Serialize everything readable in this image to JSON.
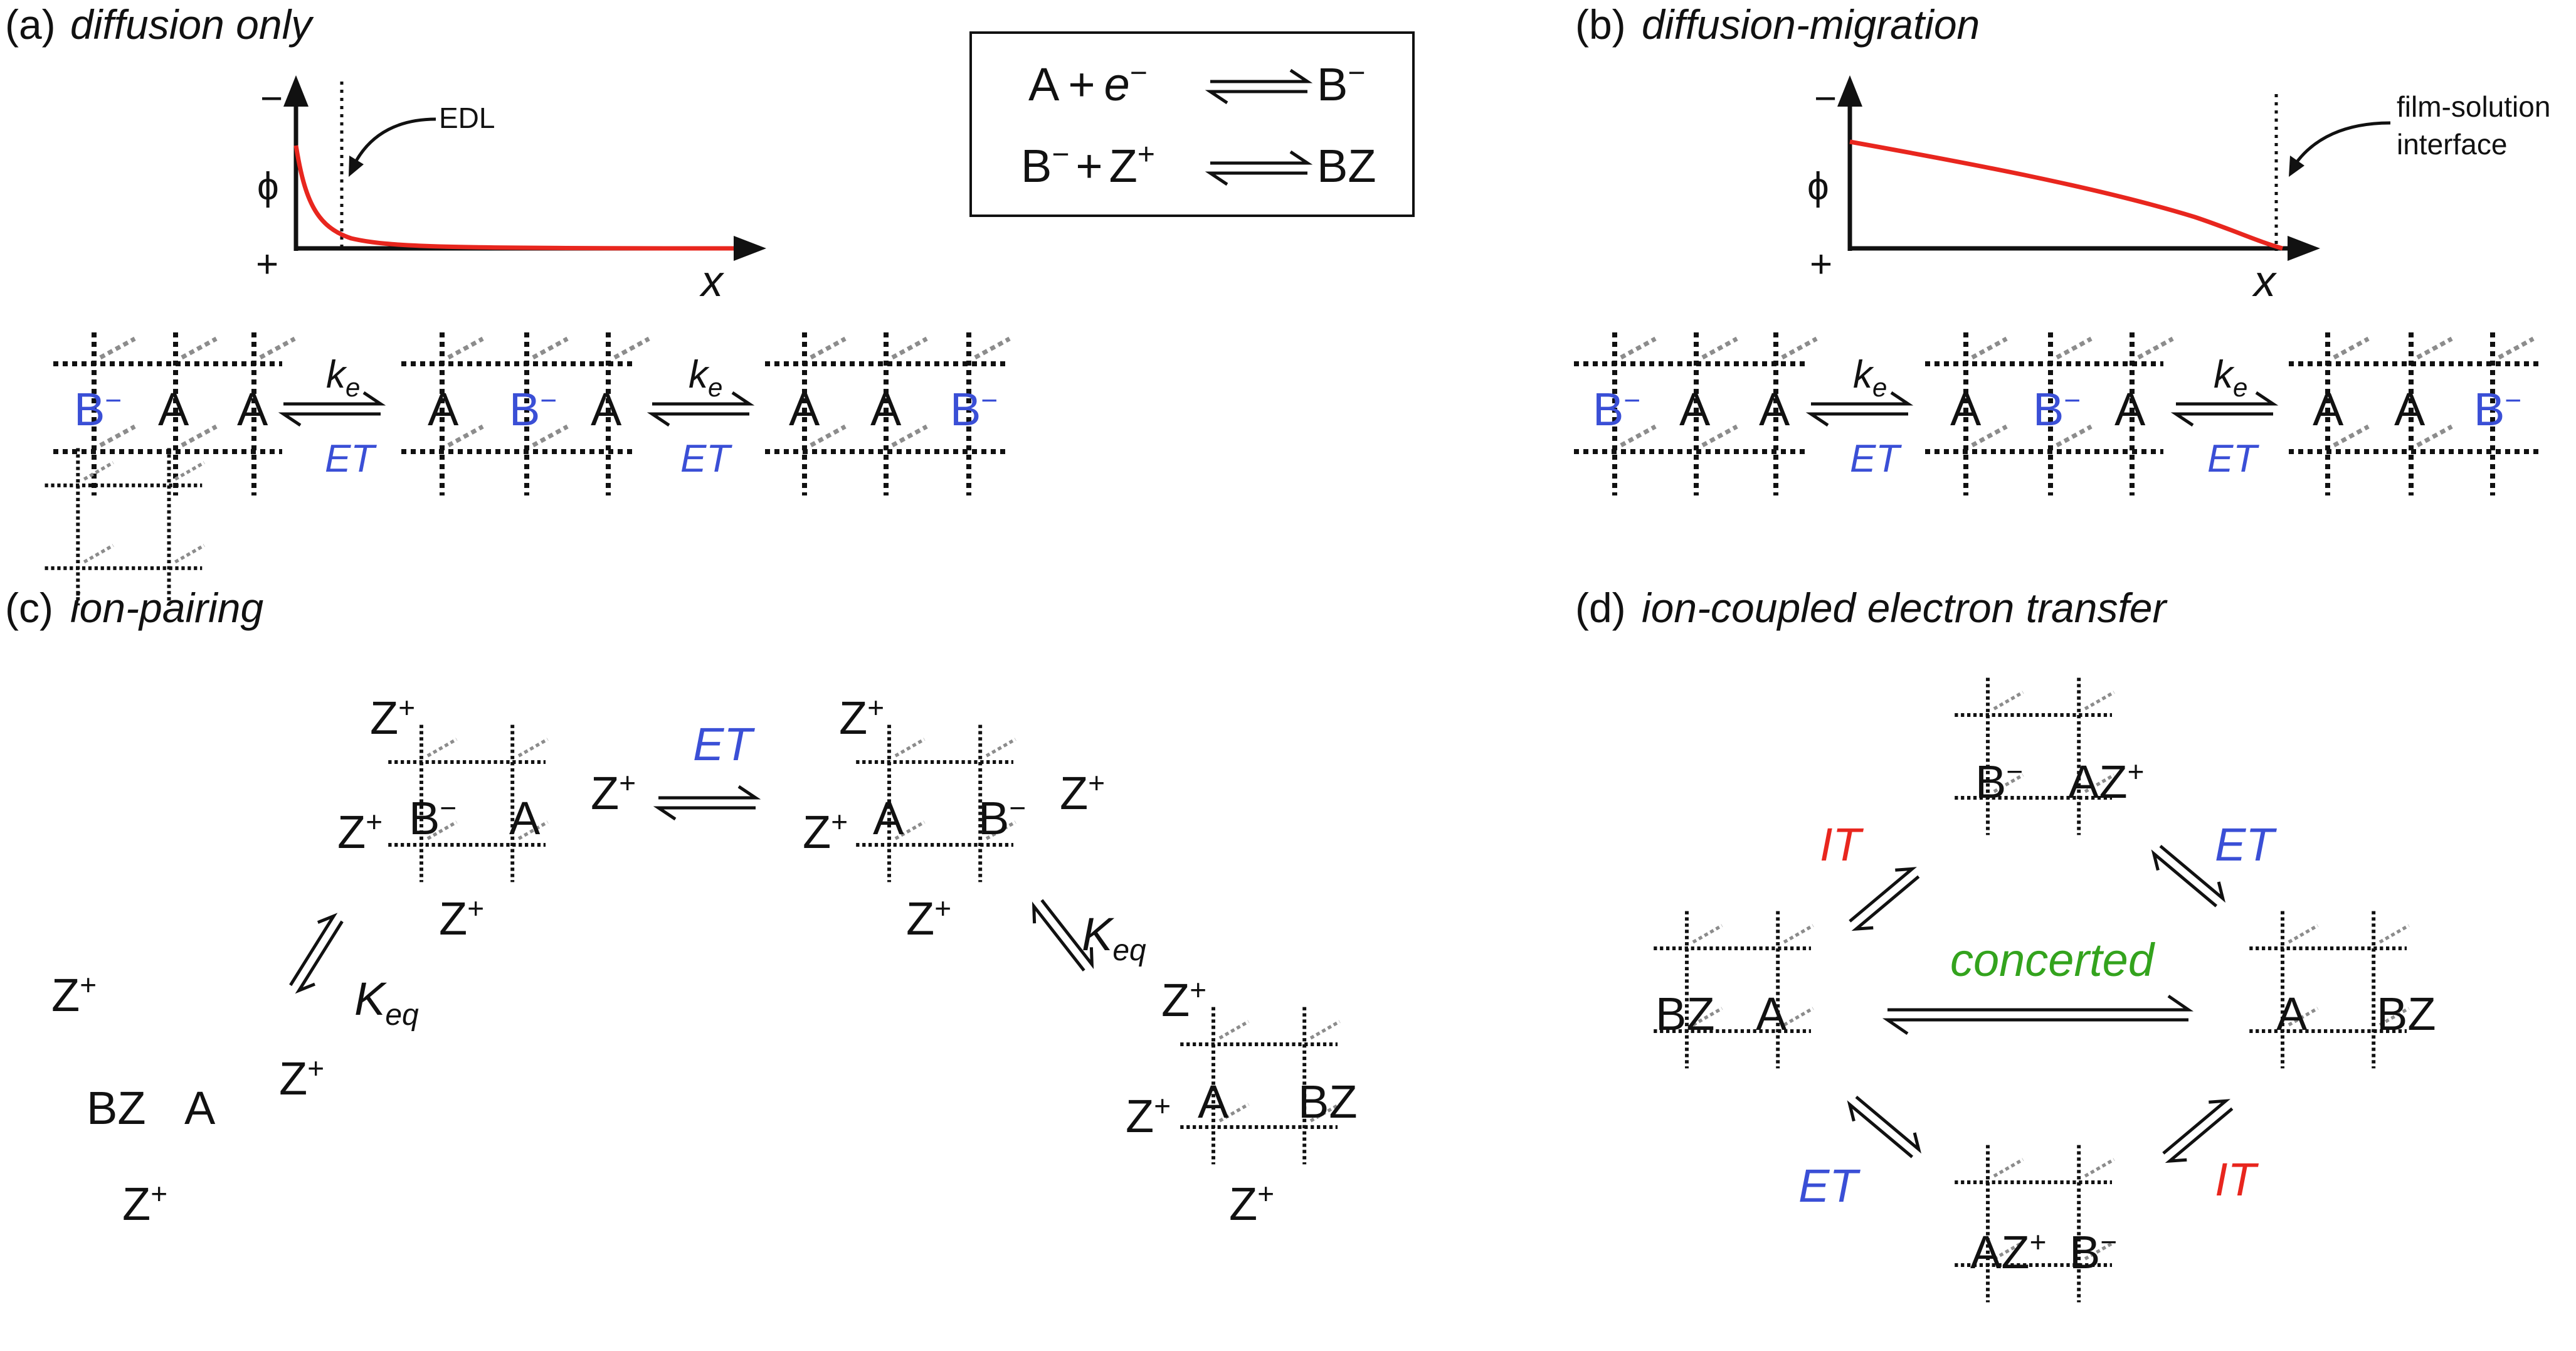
{
  "colors": {
    "blue": "#3a4fd6",
    "red": "#e8261e",
    "green": "#33a31d",
    "ink": "#111111",
    "gray": "#8c8c8c"
  },
  "reactions": {
    "r1": {
      "lhs_a": "A",
      "plus": "+",
      "e": "e",
      "e_sup": "−",
      "rhs_b": "B",
      "rhs_b_sup": "−"
    },
    "r2": {
      "lhs_b": "B",
      "lhs_b_sup": "−",
      "plus": "+",
      "z": "Z",
      "z_sup": "+",
      "rhs": "BZ"
    }
  },
  "panel_a": {
    "label": "(a)",
    "title": "diffusion only",
    "axis": {
      "minus": "−",
      "plus": "+",
      "phi": "ϕ",
      "x": "x",
      "callout": "EDL"
    },
    "chain": {
      "unit1": [
        "B",
        "A",
        "A"
      ],
      "unit2": [
        "A",
        "B",
        "A"
      ],
      "unit3": [
        "A",
        "A",
        "B"
      ],
      "minus": "−",
      "k": "k",
      "k_sub": "e",
      "et": "ET"
    }
  },
  "panel_b": {
    "label": "(b)",
    "title": "diffusion-migration",
    "axis": {
      "minus": "−",
      "plus": "+",
      "phi": "ϕ",
      "x": "x",
      "callout_1": "film-solution",
      "callout_2": "interface"
    },
    "chain": {
      "unit1": [
        "B",
        "A",
        "A"
      ],
      "unit2": [
        "A",
        "B",
        "A"
      ],
      "unit3": [
        "A",
        "A",
        "B"
      ],
      "minus": "−",
      "k": "k",
      "k_sub": "e",
      "et": "ET"
    }
  },
  "panel_c": {
    "label": "(c)",
    "title": "ion-pairing",
    "z": "Z",
    "plus": "+",
    "minus": "−",
    "left_unit": [
      "BZ",
      "A"
    ],
    "mid_unit_1": [
      "B",
      "A"
    ],
    "mid_unit_2": [
      "A",
      "B"
    ],
    "right_unit": [
      "A",
      "BZ"
    ],
    "et": "ET",
    "k": "K",
    "k_sub": "eq"
  },
  "panel_d": {
    "label": "(d)",
    "title": "ion-coupled electron transfer",
    "left_unit": [
      "BZ",
      "A"
    ],
    "right_unit": [
      "A",
      "BZ"
    ],
    "top_unit": [
      "B",
      "AZ"
    ],
    "bottom_unit": [
      "AZ",
      "B"
    ],
    "minus": "−",
    "plus": "+",
    "it": "IT",
    "et": "ET",
    "concerted": "concerted"
  }
}
